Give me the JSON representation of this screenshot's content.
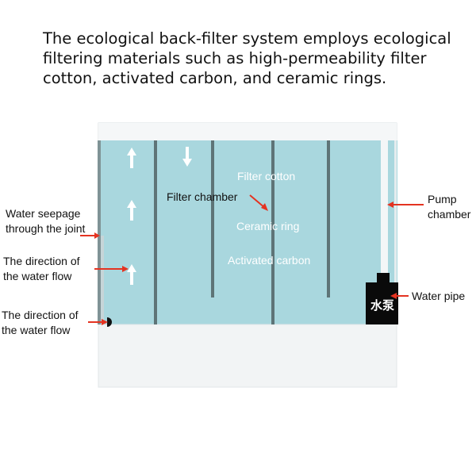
{
  "description": "The ecological back-filter system employs ecological filtering materials such as high-permeability filter cotton, activated carbon, and ceramic rings.",
  "labels": {
    "water_seepage": "Water seepage\nthrough the joint",
    "direction_1": "The direction of\nthe water flow",
    "direction_2": "The direction of\nthe water flow",
    "filter_chamber": "Filter chamber",
    "pump_chamber": "Pump\nchamber",
    "water_pipe": "Water pipe"
  },
  "materials": {
    "filter_cotton": "Filter cotton",
    "ceramic_ring": "Ceramic ring",
    "activated_carbon": "Activated carbon"
  },
  "pump_label": "水泵",
  "colors": {
    "water": "#a9d7de",
    "tank_frame": "#e9eef0",
    "tank_base": "#f2f4f5",
    "partition": "#5e7477",
    "pump": "#0a0a0a",
    "pointer_arrow": "#e43321",
    "text": "#111111",
    "inner_text": "#ffffff"
  }
}
